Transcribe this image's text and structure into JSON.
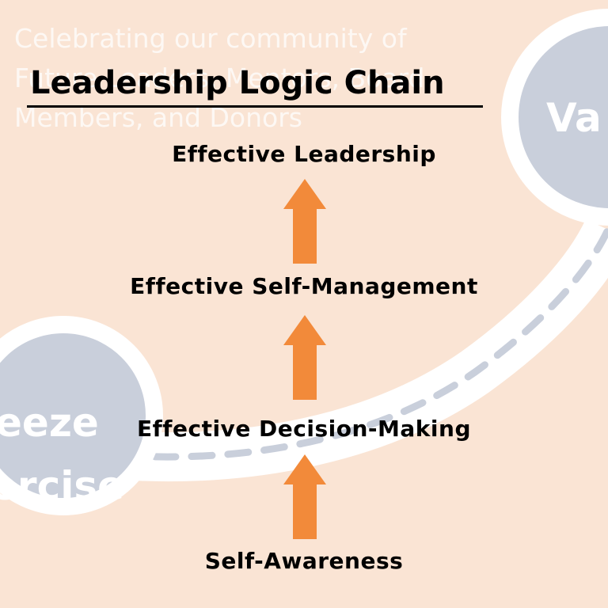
{
  "colors": {
    "background": "#FAE4D4",
    "road": "#FFFFFF",
    "road_dash": "#C9CFDB",
    "circle_fill": "#C9CFDB",
    "circle_ring": "#FFFFFF",
    "arrow": "#F28A3A",
    "title_text": "#000000"
  },
  "background_text": {
    "line1": "Celebrating our community of",
    "line2": "Future Leaders, Mentors, Board",
    "line3": "Members, and Donors"
  },
  "circles": {
    "left": {
      "word1": "eeze",
      "word2": "ercise"
    },
    "right": {
      "word1": "Va"
    }
  },
  "diagram": {
    "title": "Leadership Logic Chain",
    "steps": [
      "Effective Leadership",
      "Effective Self-Management",
      "Effective Decision-Making",
      "Self-Awareness"
    ],
    "arrow_direction": "up",
    "arrow_count": 3
  }
}
